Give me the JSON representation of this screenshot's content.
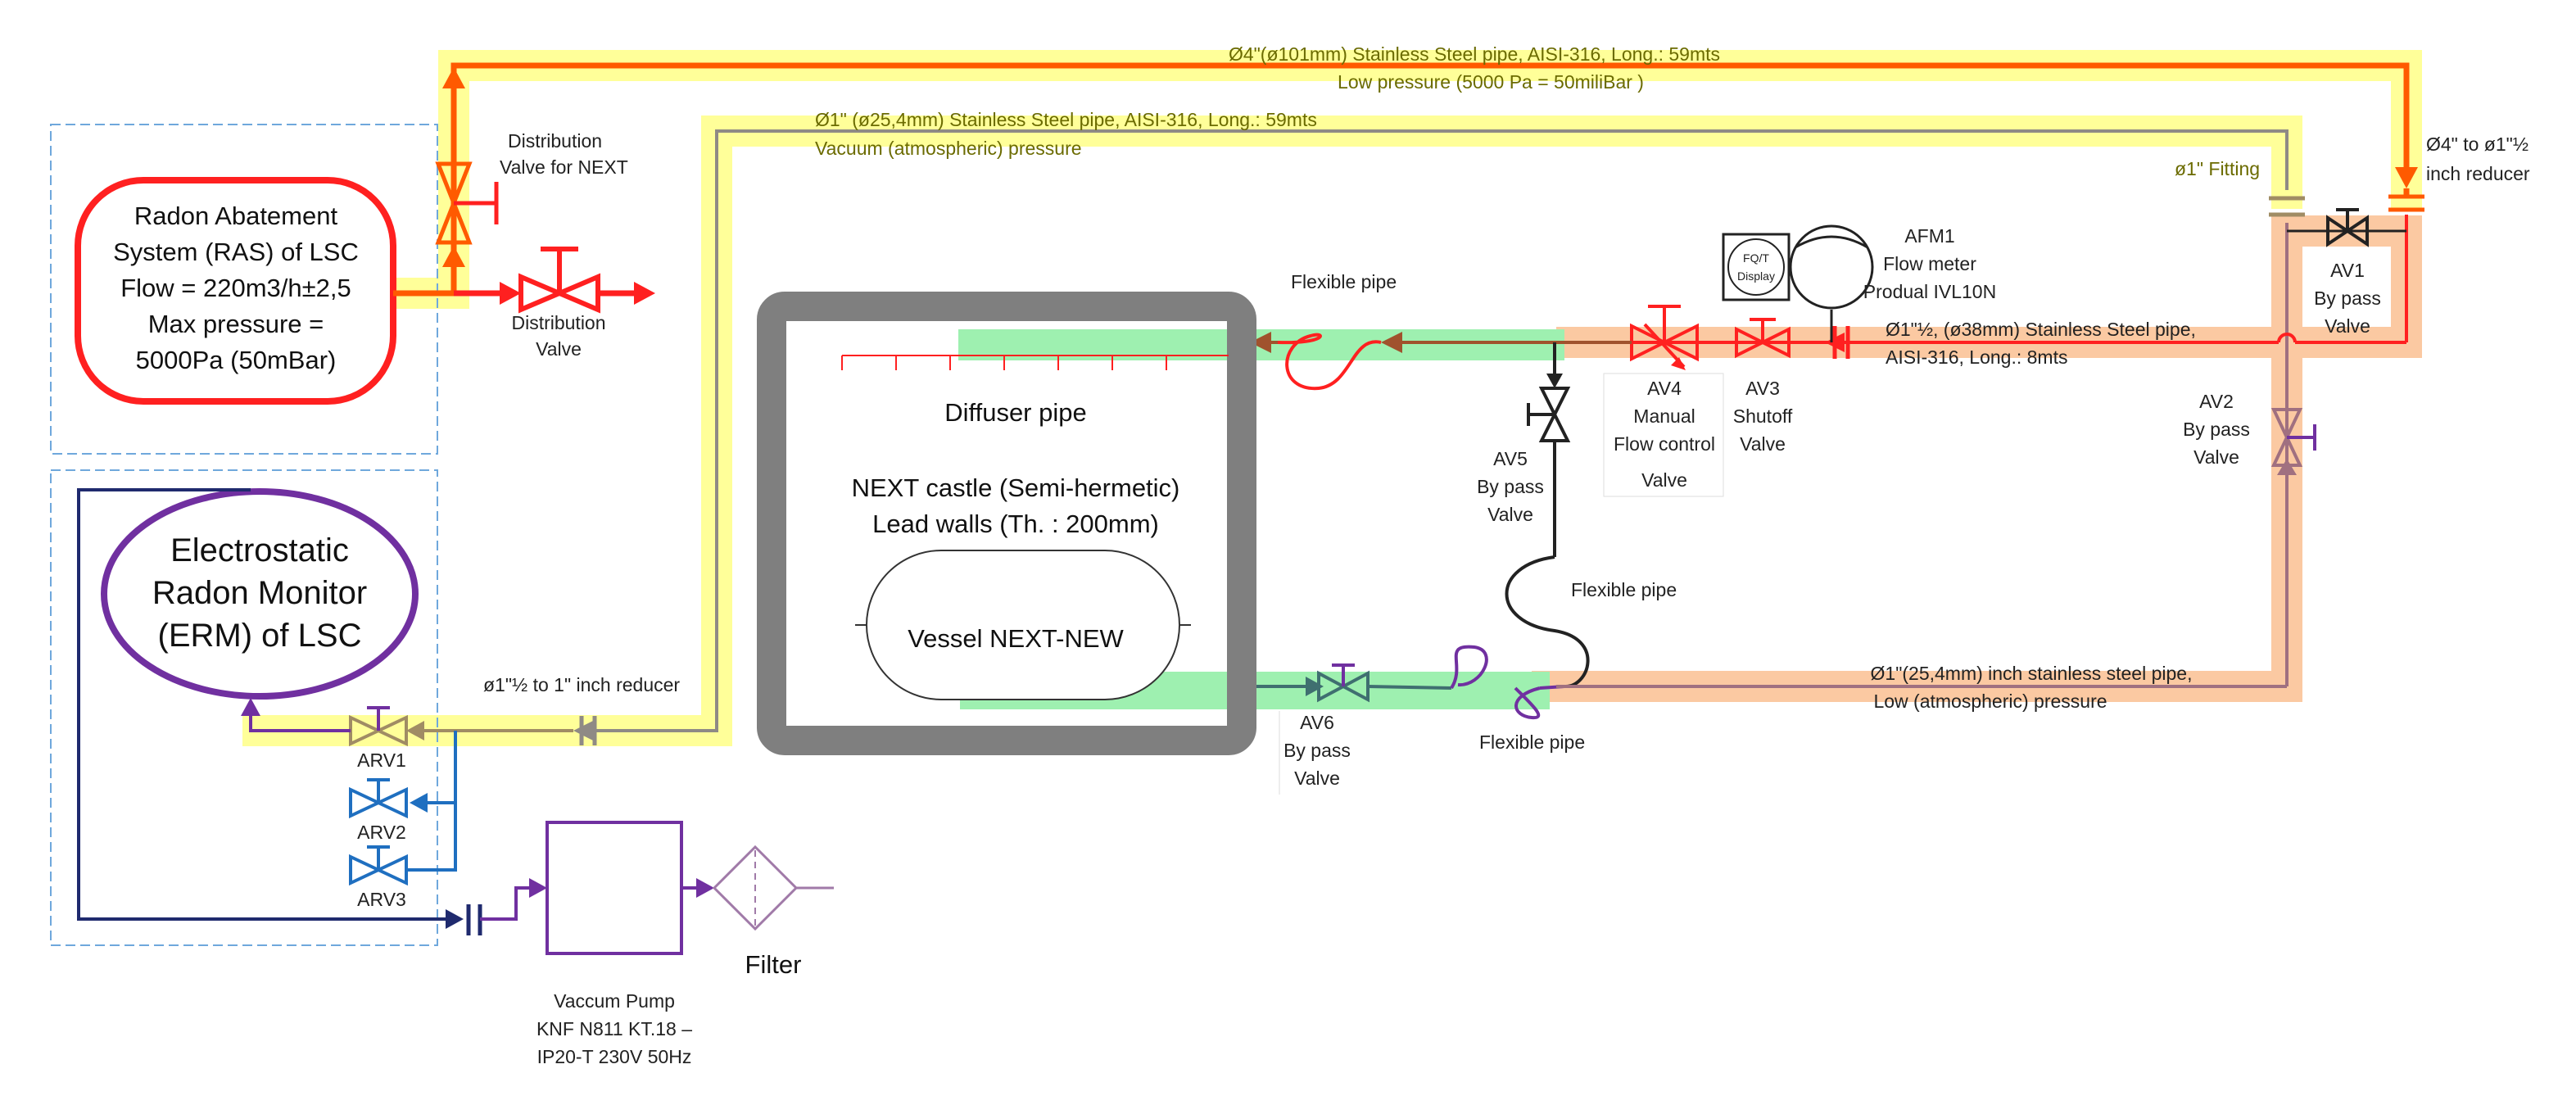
{
  "colors": {
    "yellow_band": "#ffff99",
    "orange_band": "#fbc9a2",
    "green_band": "#9ef0b0",
    "red": "#ff2020",
    "orange": "#ff5a00",
    "purple": "#7030a0",
    "gray_line": "#8f8a85",
    "taupe_valve": "#a08c64",
    "blue": "#1f6fc0",
    "navy": "#1f2a6e",
    "castle_gray": "#7f7f7f",
    "teal": "#3f6f70",
    "dashed_box": "#6fa8dc"
  },
  "labels": {
    "pipe_4in_line1": "Ø4\"(ø101mm) Stainless Steel pipe, AISI-316, Long.: 59mts",
    "pipe_4in_line2": "Low pressure (5000 Pa = 50miliBar )",
    "pipe_1in_line1": "Ø1\" (ø25,4mm) Stainless Steel pipe, AISI-316, Long.: 59mts",
    "pipe_1in_line2": "Vacuum (atmospheric) pressure",
    "dist_next_line1": "Distribution",
    "dist_next_line2": "Valve for NEXT",
    "dist_valve_line1": "Distribution",
    "dist_valve_line2": "Valve",
    "ras_line1": "Radon Abatement",
    "ras_line2": "System  (RAS) of LSC",
    "ras_line3": "Flow = 220m3/h±2,5",
    "ras_line4": "Max pressure =",
    "ras_line5": "5000Pa (50mBar)",
    "erm_line1": "Electrostatic",
    "erm_line2": "Radon Monitor",
    "erm_line3": "(ERM) of LSC",
    "diffuser": "Diffuser pipe",
    "castle_line1": "NEXT castle (Semi-hermetic)",
    "castle_line2": "Lead walls (Th. : 200mm)",
    "vessel": "Vessel NEXT-NEW",
    "flex_top": "Flexible pipe",
    "flex_mid": "Flexible pipe",
    "flex_bottom": "Flexible pipe",
    "fqit_line1": "FQ/T",
    "fqit_line2": "Display",
    "afm1_line1": "AFM1",
    "afm1_line2": "Flow meter",
    "afm1_line3": "Produal IVL10N",
    "fitting": "ø1\" Fitting",
    "reducer_4in_line1": "Ø4\" to ø1\"½",
    "reducer_4in_line2": "inch reducer",
    "av1_line1": "AV1",
    "av1_line2": "By pass",
    "av1_line3": "Valve",
    "pipe_15in_line1": "Ø1\"½, (ø38mm)  Stainless Steel pipe,",
    "pipe_15in_line2": "AISI-316, Long.: 8mts",
    "av4_line1": "AV4",
    "av4_line2": "Manual",
    "av4_line3": "Flow control",
    "av4_line4": "Valve",
    "av3_line1": "AV3",
    "av3_line2": "Shutoff",
    "av3_line3": "Valve",
    "av5_line1": "AV5",
    "av5_line2": "By pass",
    "av5_line3": "Valve",
    "av2_line1": "AV2",
    "av2_line2": "By pass",
    "av2_line3": "Valve",
    "pipe_return_line1": "Ø1\"(25,4mm) inch stainless steel pipe,",
    "pipe_return_line2": "Low (atmospheric) pressure",
    "av6_line1": "AV6",
    "av6_line2": "By pass",
    "av6_line3": "Valve",
    "reducer_15in": "ø1\"½ to 1\" inch reducer",
    "arv1": "ARV1",
    "arv2": "ARV2",
    "arv3": "ARV3",
    "pump_line1": "Vaccum Pump",
    "pump_line2": "KNF N811 KT.18 –",
    "pump_line3": "IP20-T 230V 50Hz",
    "filter": "Filter"
  }
}
